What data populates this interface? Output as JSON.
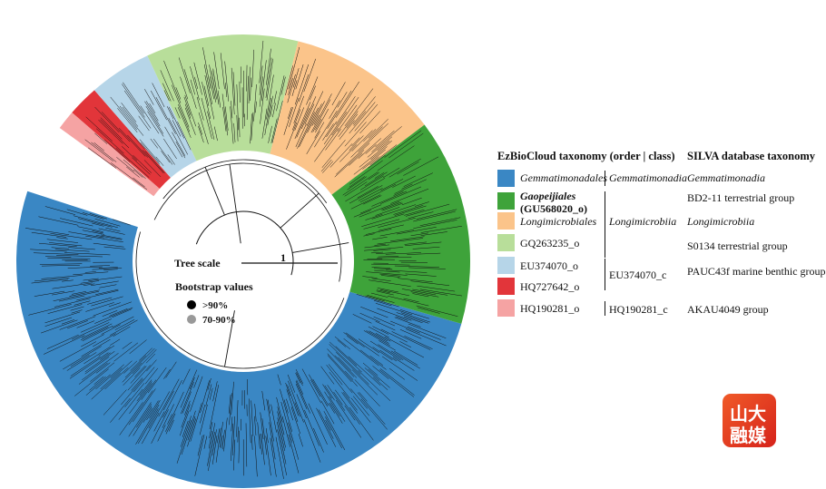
{
  "tree": {
    "scale_label": "Tree scale",
    "scale_value": "1",
    "bootstrap_title": "Bootstrap values",
    "bootstrap_high": ">90%",
    "bootstrap_mid": "70-90%",
    "bootstrap_high_color": "#000000",
    "bootstrap_mid_color": "#999999"
  },
  "clades": [
    {
      "name": "Gemmatimonadales",
      "color": "#3a87c4"
    },
    {
      "name": "Gaopeijiales",
      "color": "#3ea33a"
    },
    {
      "name": "Longimicrobiales",
      "color": "#fbc48a"
    },
    {
      "name": "GQ263235_o",
      "color": "#b8de9a"
    },
    {
      "name": "EU374070_o",
      "color": "#b6d5e8"
    },
    {
      "name": "HQ727642_o",
      "color": "#e2353a"
    },
    {
      "name": "HQ190281_o",
      "color": "#f5a3a3"
    }
  ],
  "legend": {
    "header_ez": "EzBioCloud taxonomy (order | class)",
    "header_silva": "SILVA database taxonomy",
    "gemmatimonadales": "Gemmatimonadales",
    "gemmatimonadia_class": "Gemmatimonadia",
    "gemmatimonadia_silva": "Gemmatimonadia",
    "gaopeijiales": "Gaopeijiales",
    "gaopeijiales_id": "(GU568020_o)",
    "bd2_11": "BD2-11 terrestrial group",
    "longimicrobiales": "Longimicrobiales",
    "longimicrobiia_class": "Longimicrobiia",
    "longimicrobiia_silva": "Longimicrobiia",
    "gq263235": "GQ263235_o",
    "s0134": "S0134 terrestrial group",
    "eu374070_o": "EU374070_o",
    "eu374070_c": "EU374070_c",
    "pauc43f": "PAUC43f marine benthic group",
    "hq727642_o": "HQ727642_o",
    "hq190281_o": "HQ190281_o",
    "hq190281_c": "HQ190281_c",
    "akau4049": "AKAU4049 group"
  },
  "logo": {
    "line1": "山大",
    "line2": "融媒"
  }
}
